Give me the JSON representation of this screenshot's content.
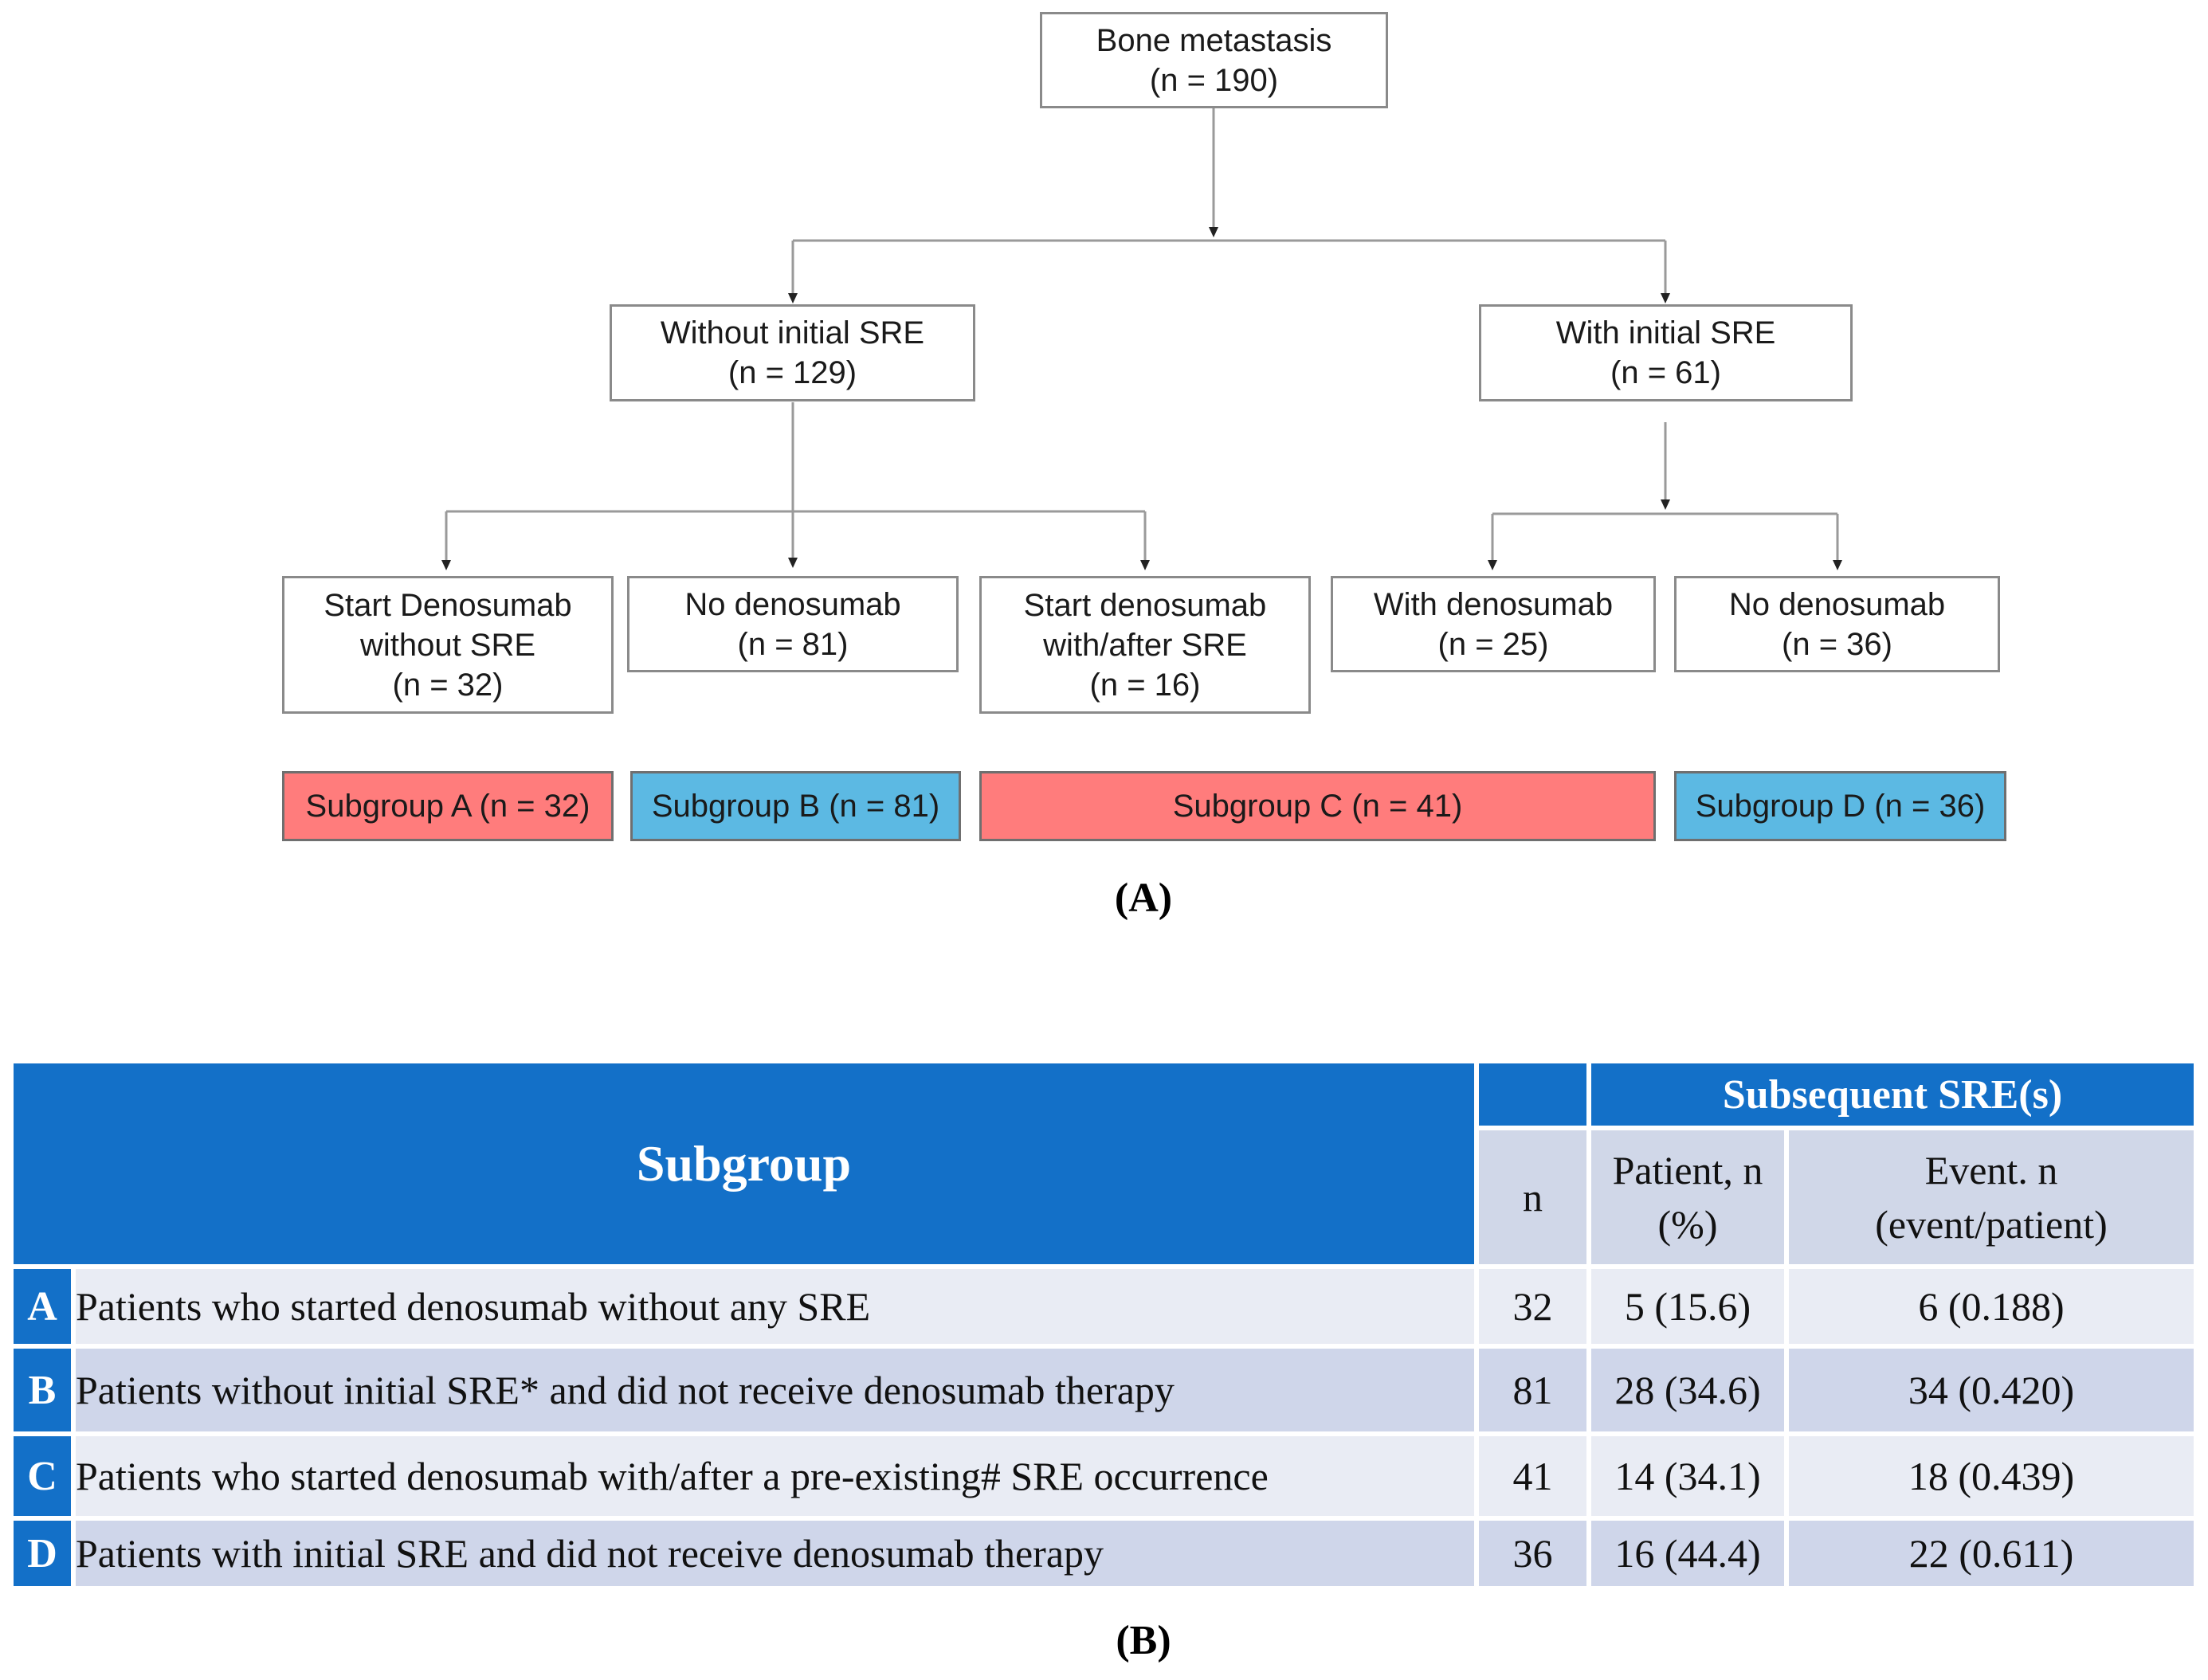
{
  "flowchart": {
    "root": {
      "line1": "Bone metastasis",
      "line2": "(n = 190)"
    },
    "level1": {
      "left": {
        "line1": "Without initial SRE",
        "line2": "(n = 129)"
      },
      "right": {
        "line1": "With initial SRE",
        "line2": "(n = 61)"
      }
    },
    "level2": {
      "start_denosumab_without": {
        "line1": "Start Denosumab",
        "line2": "without SRE",
        "line3": "(n = 32)"
      },
      "no_denosumab_b": {
        "line1": "No denosumab",
        "line2": "(n = 81)"
      },
      "start_denosumab_with_after": {
        "line1": "Start denosumab",
        "line2": "with/after SRE",
        "line3": "(n = 16)"
      },
      "with_denosumab": {
        "line1": "With denosumab",
        "line2": "(n = 25)"
      },
      "no_denosumab_d": {
        "line1": "No denosumab",
        "line2": "(n = 36)"
      }
    },
    "subgroups": {
      "a": {
        "label": "Subgroup A (n = 32)",
        "color": "#ff7c7c"
      },
      "b": {
        "label": "Subgroup B (n = 81)",
        "color": "#5cb9e3"
      },
      "c": {
        "label": "Subgroup C (n = 41)",
        "color": "#ff7c7c"
      },
      "d": {
        "label": "Subgroup D (n = 36)",
        "color": "#5cb9e3"
      }
    },
    "caption": "(A)"
  },
  "table": {
    "header": {
      "subgroup": "Subgroup",
      "subsequent": "Subsequent SRE(s)",
      "n": "n",
      "patient_line1": "Patient, n",
      "patient_line2": "(%)",
      "event_line1": "Event. n",
      "event_line2": "(event/patient)"
    },
    "rows": [
      {
        "letter": "A",
        "desc": "Patients who started denosumab without any SRE",
        "n": "32",
        "patient": "5 (15.6)",
        "event": "6 (0.188)"
      },
      {
        "letter": "B",
        "desc": "Patients without initial SRE* and did not receive denosumab therapy",
        "n": "81",
        "patient": "28 (34.6)",
        "event": "34 (0.420)"
      },
      {
        "letter": "C",
        "desc": "Patients who started denosumab with/after a pre-existing# SRE occurrence",
        "n": "41",
        "patient": "14 (34.1)",
        "event": "18 (0.439)"
      },
      {
        "letter": "D",
        "desc": "Patients with initial SRE and did not receive denosumab therapy",
        "n": "36",
        "patient": "16 (44.4)",
        "event": "22 (0.611)"
      }
    ],
    "header_color": "#1370c8",
    "caption": "(B)"
  }
}
